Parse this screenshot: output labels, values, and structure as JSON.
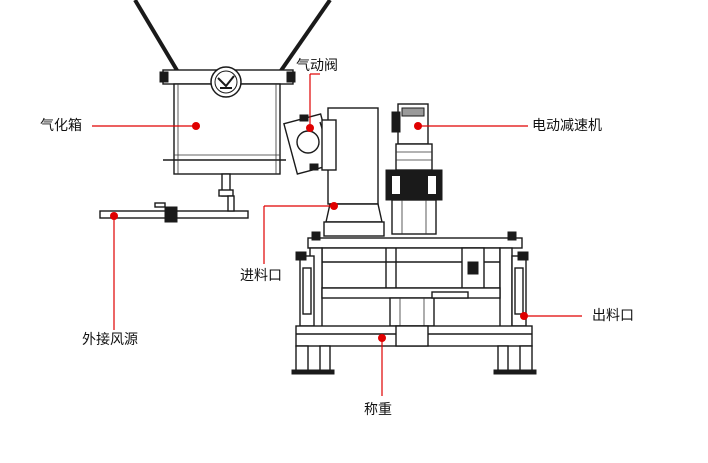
{
  "labels": {
    "gas_box": "气化箱",
    "air_valve": "气动阀",
    "gear_motor": "电动减速机",
    "inlet": "进料口",
    "external_air": "外接风源",
    "outlet": "出料口",
    "weighing": "称重"
  },
  "colors": {
    "leader": "#e00000",
    "machine": "#1a1a1a",
    "background": "#ffffff"
  },
  "icons": {
    "logo": "circular-brand-logo"
  }
}
